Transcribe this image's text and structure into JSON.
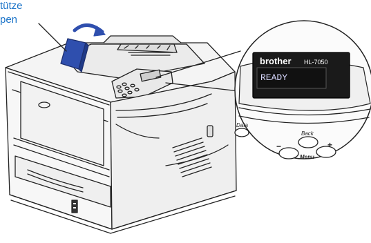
{
  "callout": {
    "line1": "tütze",
    "line2": "pen"
  },
  "panel": {
    "brand": "brother",
    "model": "HL-7050",
    "lcd_status": "READY",
    "key_data": "Data",
    "key_back": "Back",
    "key_minus": "−",
    "key_plus": "+",
    "key_menu": "Menu"
  },
  "colors": {
    "callout_text": "#1a73c8",
    "lcd_bg": "#111111",
    "lcd_text": "#d9d9ff",
    "outline": "#222222",
    "support_tab": "#2f4fae"
  }
}
